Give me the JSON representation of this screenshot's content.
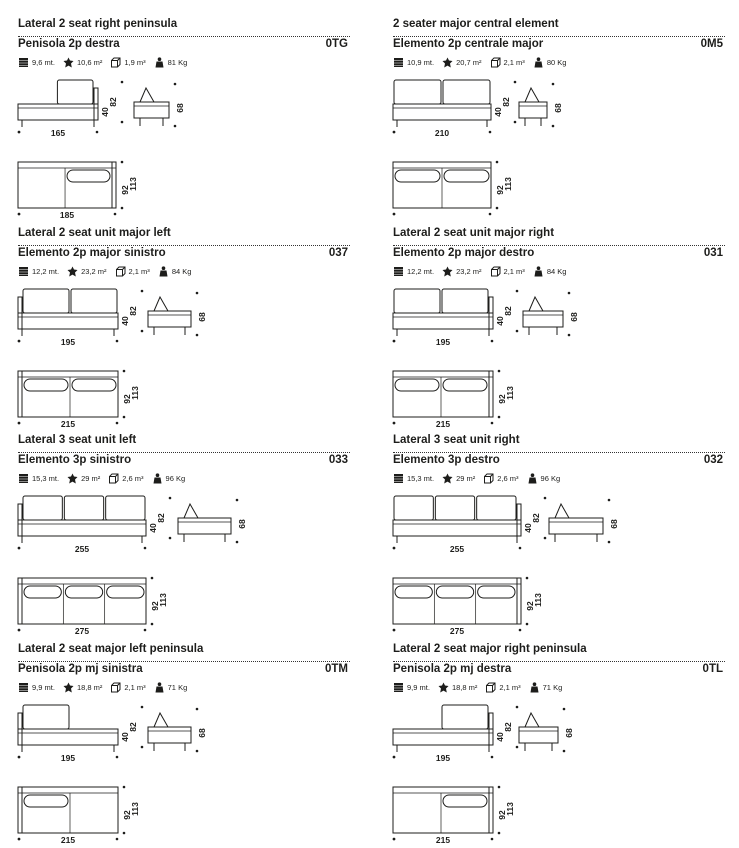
{
  "cards": [
    {
      "title_en": "Lateral 2 seat right peninsula",
      "title_it": "Penisola 2p destra",
      "code": "0TG",
      "specs": {
        "fabric": "9,6 mt.",
        "leather": "10,6 m²",
        "volume": "1,9 m³",
        "weight": "81 Kg"
      },
      "dims": {
        "front_w": "165",
        "top_w": "185",
        "seat_h": "40",
        "back_h": "82",
        "side_h": "68",
        "depth_seat": "92",
        "depth": "113"
      }
    },
    {
      "title_en": "2 seater major central element",
      "title_it": "Elemento 2p centrale major",
      "code": "0M5",
      "specs": {
        "fabric": "10,9 mt.",
        "leather": "20,7 m²",
        "volume": "2,1 m³",
        "weight": "80 Kg"
      },
      "dims": {
        "front_w": "210",
        "seat_h": "40",
        "back_h": "82",
        "side_h": "68",
        "depth_seat": "92",
        "depth": "113"
      }
    },
    {
      "title_en": "Lateral 2 seat unit major left",
      "title_it": "Elemento 2p major sinistro",
      "code": "037",
      "specs": {
        "fabric": "12,2 mt.",
        "leather": "23,2 m²",
        "volume": "2,1 m³",
        "weight": "84 Kg"
      },
      "dims": {
        "front_w": "195",
        "top_w": "215",
        "seat_h": "40",
        "back_h": "82",
        "side_h": "68",
        "depth_seat": "92",
        "depth": "113"
      }
    },
    {
      "title_en": "Lateral 2 seat unit major right",
      "title_it": "Elemento 2p major destro",
      "code": "031",
      "specs": {
        "fabric": "12,2 mt.",
        "leather": "23,2 m²",
        "volume": "2,1 m³",
        "weight": "84 Kg"
      },
      "dims": {
        "front_w": "195",
        "top_w": "215",
        "seat_h": "40",
        "back_h": "82",
        "side_h": "68",
        "depth_seat": "92",
        "depth": "113"
      }
    },
    {
      "title_en": "Lateral 3 seat unit left",
      "title_it": "Elemento 3p sinistro",
      "code": "033",
      "specs": {
        "fabric": "15,3 mt.",
        "leather": "29 m²",
        "volume": "2,6 m³",
        "weight": "96 Kg"
      },
      "dims": {
        "front_w": "255",
        "top_w": "275",
        "seat_h": "40",
        "back_h": "82",
        "side_h": "68",
        "depth_seat": "92",
        "depth": "113"
      }
    },
    {
      "title_en": "Lateral 3 seat unit right",
      "title_it": "Elemento 3p destro",
      "code": "032",
      "specs": {
        "fabric": "15,3 mt.",
        "leather": "29 m²",
        "volume": "2,6 m³",
        "weight": "96 Kg"
      },
      "dims": {
        "front_w": "255",
        "top_w": "275",
        "seat_h": "40",
        "back_h": "82",
        "side_h": "68",
        "depth_seat": "92",
        "depth": "113"
      }
    },
    {
      "title_en": "Lateral 2 seat major left peninsula",
      "title_it": "Penisola 2p mj sinistra",
      "code": "0TM",
      "specs": {
        "fabric": "9,9 mt.",
        "leather": "18,8 m²",
        "volume": "2,1 m³",
        "weight": "71 Kg"
      },
      "dims": {
        "front_w": "195",
        "top_w": "215",
        "seat_h": "40",
        "back_h": "82",
        "side_h": "68",
        "depth_seat": "92",
        "depth": "113"
      }
    },
    {
      "title_en": "Lateral 2 seat major right peninsula",
      "title_it": "Penisola 2p mj destra",
      "code": "0TL",
      "specs": {
        "fabric": "9,9 mt.",
        "leather": "18,8 m²",
        "volume": "2,1 m³",
        "weight": "71 Kg"
      },
      "dims": {
        "front_w": "195",
        "top_w": "215",
        "seat_h": "40",
        "back_h": "82",
        "side_h": "68",
        "depth_seat": "92",
        "depth": "113"
      }
    }
  ],
  "icons": {
    "fabric": "fabric-swatch-icon",
    "leather": "leather-hide-icon",
    "volume": "package-box-icon",
    "weight": "weight-icon"
  }
}
